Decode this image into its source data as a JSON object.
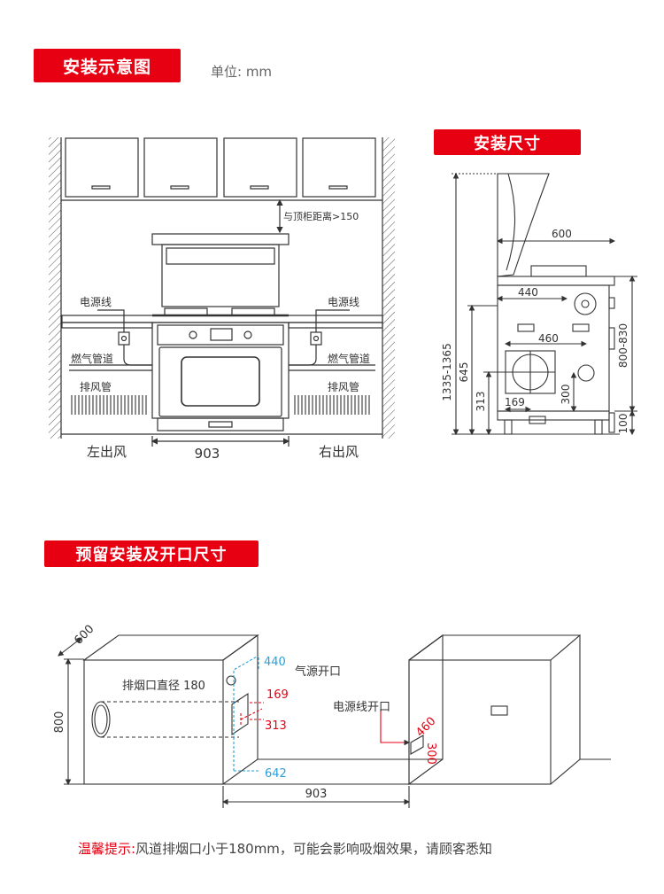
{
  "sections": {
    "schematic_title": "安装示意图",
    "unit_label": "单位: mm",
    "size_title": "安装尺寸",
    "reserve_title": "预留安装及开口尺寸"
  },
  "front_view": {
    "top_cabinet_clearance": "与顶柜距离>150",
    "power_line_left": "电源线",
    "power_line_right": "电源线",
    "gas_pipe_left": "燃气管道",
    "gas_pipe_right": "燃气管道",
    "exhaust_left": "排风管",
    "exhaust_right": "排风管",
    "left_outlet": "左出风",
    "right_outlet": "右出风",
    "width": "903"
  },
  "side_view": {
    "depth_top": "600",
    "depth_mid": "440",
    "width_burner": "460",
    "total_height": "1335-1365",
    "height_645": "645",
    "height_313": "313",
    "offset_169": "169",
    "height_300": "300",
    "counter_height": "800-830",
    "base_height": "100"
  },
  "reserve_view": {
    "depth": "600",
    "height": "800",
    "exhaust_diameter": "排烟口直径 180",
    "gas_opening": "气源开口",
    "gas_dim": "440",
    "dim_169": "169",
    "dim_313": "313",
    "dim_642": "642",
    "power_opening": "电源线开口",
    "power_dim_w": "460",
    "power_dim_h": "300",
    "width": "903"
  },
  "tip": {
    "label": "温馨提示:",
    "text": "风道排烟口小于180mm，可能会影响吸烟效果，请顾客悉知"
  },
  "colors": {
    "brand_red": "#e60012",
    "dim_blue": "#2a9fd8",
    "dim_red": "#e60012",
    "line": "#333333"
  }
}
